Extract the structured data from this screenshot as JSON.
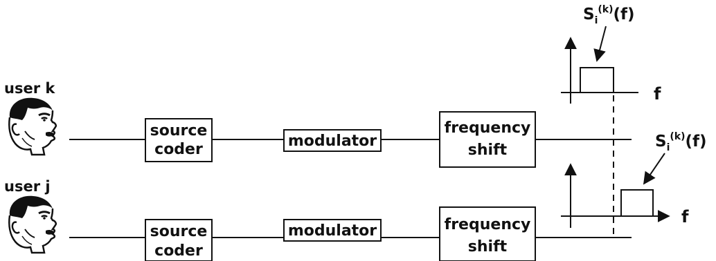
{
  "users": [
    {
      "label": "user k",
      "blocks": {
        "source_line1": "source",
        "source_line2": "coder",
        "modulator": "modulator",
        "shift_line1": "frequency",
        "shift_line2": "shift"
      }
    },
    {
      "label": "user j",
      "blocks": {
        "source_line1": "source",
        "source_line2": "coder",
        "modulator": "modulator",
        "shift_line1": "frequency",
        "shift_line2": "shift"
      }
    }
  ],
  "spectra": [
    {
      "symbol": "S",
      "subscript": "i",
      "superscript": "(k)",
      "argument": "(f)",
      "axis_label": "f"
    },
    {
      "symbol": "S",
      "subscript": "i",
      "superscript": "(k)",
      "argument": "(f)",
      "axis_label": "f"
    }
  ],
  "icons": {
    "speaker": "speaking-head-icon"
  }
}
